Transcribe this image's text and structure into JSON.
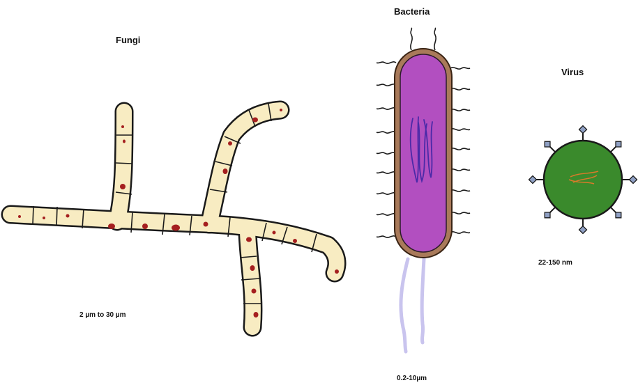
{
  "fungi": {
    "title": "Fungi",
    "size": "2 µm to 30 µm"
  },
  "bacteria": {
    "title": "Bacteria",
    "size": "0.2-10µm"
  },
  "virus": {
    "title": "Virus",
    "size": "22-150 nm"
  },
  "colors": {
    "hypha_fill": "#f8ecc2",
    "nucleus": "#a51f1f",
    "bacteria_wall": "#a97a5a",
    "bacteria_cytoplasm": "#b24fc0",
    "dna": "#4b2aa8",
    "flagella": "#c9c4ee",
    "virus_body": "#3a8a2c",
    "spike": "#8fa0c4",
    "viral_genome": "#d87a2a"
  }
}
